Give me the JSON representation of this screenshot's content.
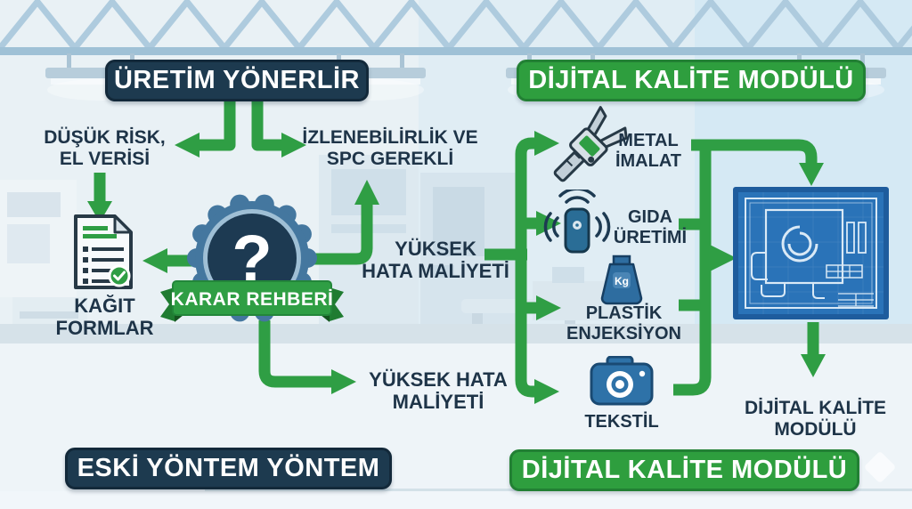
{
  "colors": {
    "arrow_green": "#2f9e44",
    "badge_green": "#2e9e3e",
    "badge_navy": "#1d3a4f",
    "text_navy": "#1e3448",
    "blueprint_blue": "#2a73b8",
    "seal_blue": "#44779f"
  },
  "badges": {
    "uretim": "ÜRETİM YÖNERLİR",
    "dijital_top": "DİJİTAL KALİTE MODÜLÜ",
    "eski": "ESKİ YÖNTEM YÖNTEM",
    "dijital_bottom": "DİJİTAL KALİTE MODÜLÜ"
  },
  "decision": {
    "question_mark": "?",
    "ribbon": "KARAR REHBERİ"
  },
  "labels": {
    "dusuk_risk": "DÜŞÜK RİSK,\nEL VERİSİ",
    "izlenebilirlik": "İZLENEBİLİRLİK VE\nSPC GEREKLİ",
    "kagit_formlar": "KAĞIT\nFORMLAR",
    "yuksek_center": "YÜKSEK\nHATA MALİYETİ",
    "yuksek_bottom": "YÜKSEK HATA\nMALİYETİ",
    "dijital_caption": "DİJİTAL KALİTE\nMODÜLÜ"
  },
  "industries": [
    {
      "label": "METAL\nİMALAT",
      "icon": "caliper-icon"
    },
    {
      "label": "GIDA\nÜRETİMİ",
      "icon": "sensor-icon"
    },
    {
      "label": "PLASTİK\nENJEKSİYON",
      "icon": "weight-icon"
    },
    {
      "label": "TEKSTİL",
      "icon": "camera-icon"
    }
  ],
  "icons": {
    "weight_unit": "Kg"
  }
}
